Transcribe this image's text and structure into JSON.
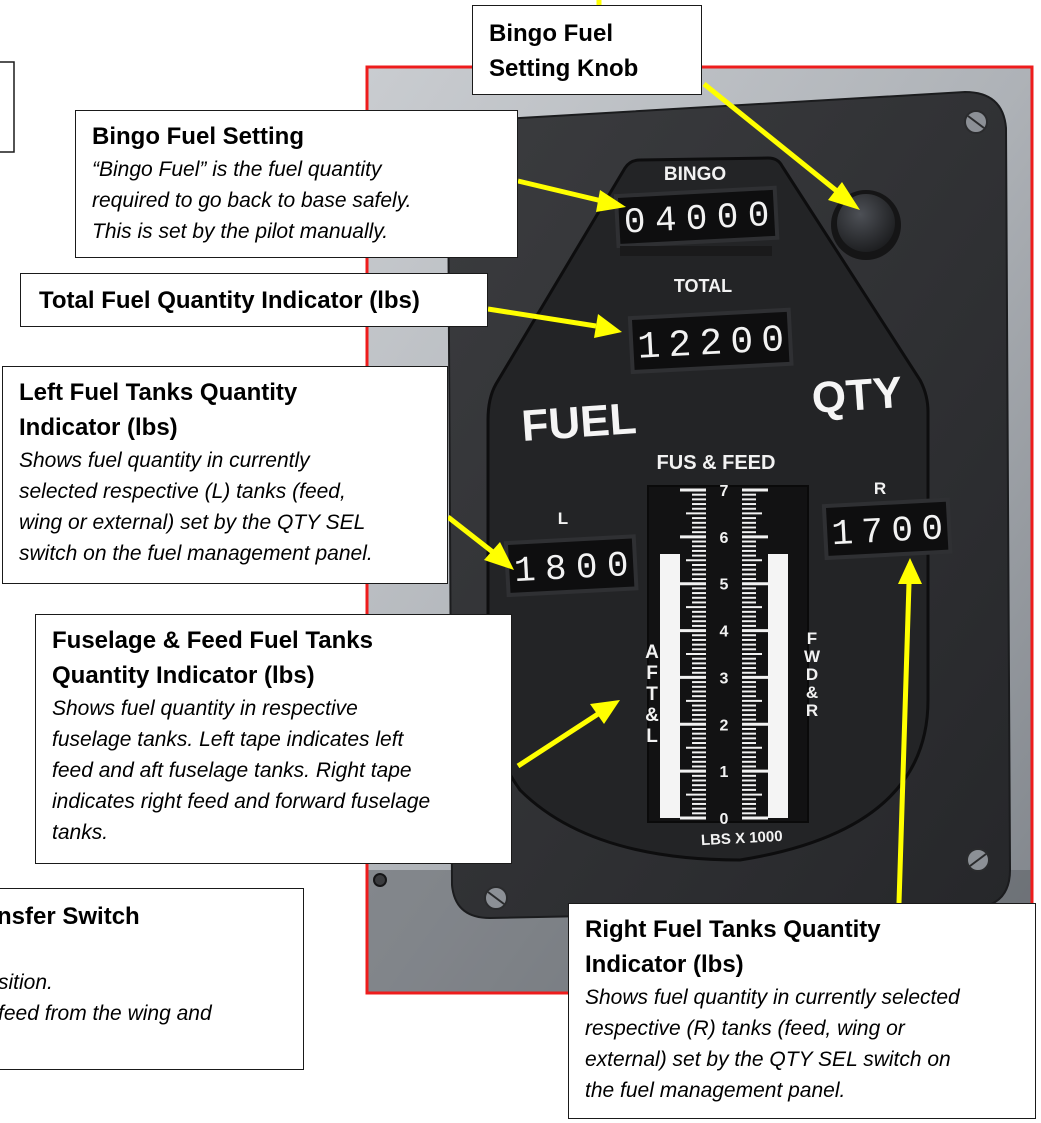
{
  "instrument": {
    "bingo_label": "BINGO",
    "bingo_digits": [
      "0",
      "4",
      "0",
      "0",
      "0"
    ],
    "total_label": "TOTAL",
    "total_digits": [
      "1",
      "2",
      "2",
      "0",
      "0"
    ],
    "fuel_word": "FUEL",
    "qty_word": "QTY",
    "fus_feed_label": "FUS & FEED",
    "left_label": "L",
    "left_digits": [
      "1",
      "8",
      "0",
      "0"
    ],
    "right_label": "R",
    "right_digits": [
      "1",
      "7",
      "0",
      "0"
    ],
    "tape_scale": [
      "7",
      "6",
      "5",
      "4",
      "3",
      "2",
      "1",
      "0"
    ],
    "tape_left_letters": [
      "A",
      "F",
      "T",
      "&",
      "L"
    ],
    "tape_right_letters": [
      "F",
      "W",
      "D",
      "&",
      "R"
    ],
    "units_label": "LBS X 1000",
    "tape_left_fill_fraction": 0.8,
    "tape_right_fill_fraction": 0.8
  },
  "callouts": {
    "bingo_knob": {
      "title": "Bingo Fuel Setting Knob"
    },
    "bingo_setting": {
      "title": "Bingo Fuel Setting",
      "lines": [
        "“Bingo Fuel” is the fuel quantity",
        "required to go back to base safely.",
        "This is set by the pilot manually."
      ]
    },
    "total": {
      "title": "Total Fuel Quantity Indicator (lbs)"
    },
    "left": {
      "title_lines": [
        "Left Fuel Tanks Quantity",
        "Indicator (lbs)"
      ],
      "lines": [
        "Shows fuel quantity in currently",
        "selected respective (L) tanks (feed,",
        "wing or external) set by the QTY SEL",
        "switch on the fuel management panel."
      ]
    },
    "fuselage": {
      "title_lines": [
        "Fuselage & Feed Fuel Tanks",
        "Quantity Indicator (lbs)"
      ],
      "lines": [
        "Shows fuel quantity in respective",
        "fuselage tanks. Left tape indicates left",
        "feed and aft fuselage tanks. Right tape",
        "indicates right feed and forward fuselage",
        "tanks."
      ]
    },
    "right": {
      "title_lines": [
        "Right Fuel Tanks Quantity",
        "Indicator (lbs)"
      ],
      "lines": [
        "Shows fuel quantity in currently selected",
        "respective (R) tanks (feed, wing or",
        "external) set by the QTY SEL switch on",
        "the fuel management panel."
      ]
    },
    "transfer": {
      "title": "nsfer Switch",
      "lines": [
        "sition.",
        "feed from the wing and"
      ]
    }
  },
  "colors": {
    "accent_yellow": "#ffff00",
    "frame_red": "#ee1c1c",
    "panel_dark": "#2a2b2d",
    "digit_bg": "#111111",
    "digit_fg": "#f2f2f2"
  }
}
